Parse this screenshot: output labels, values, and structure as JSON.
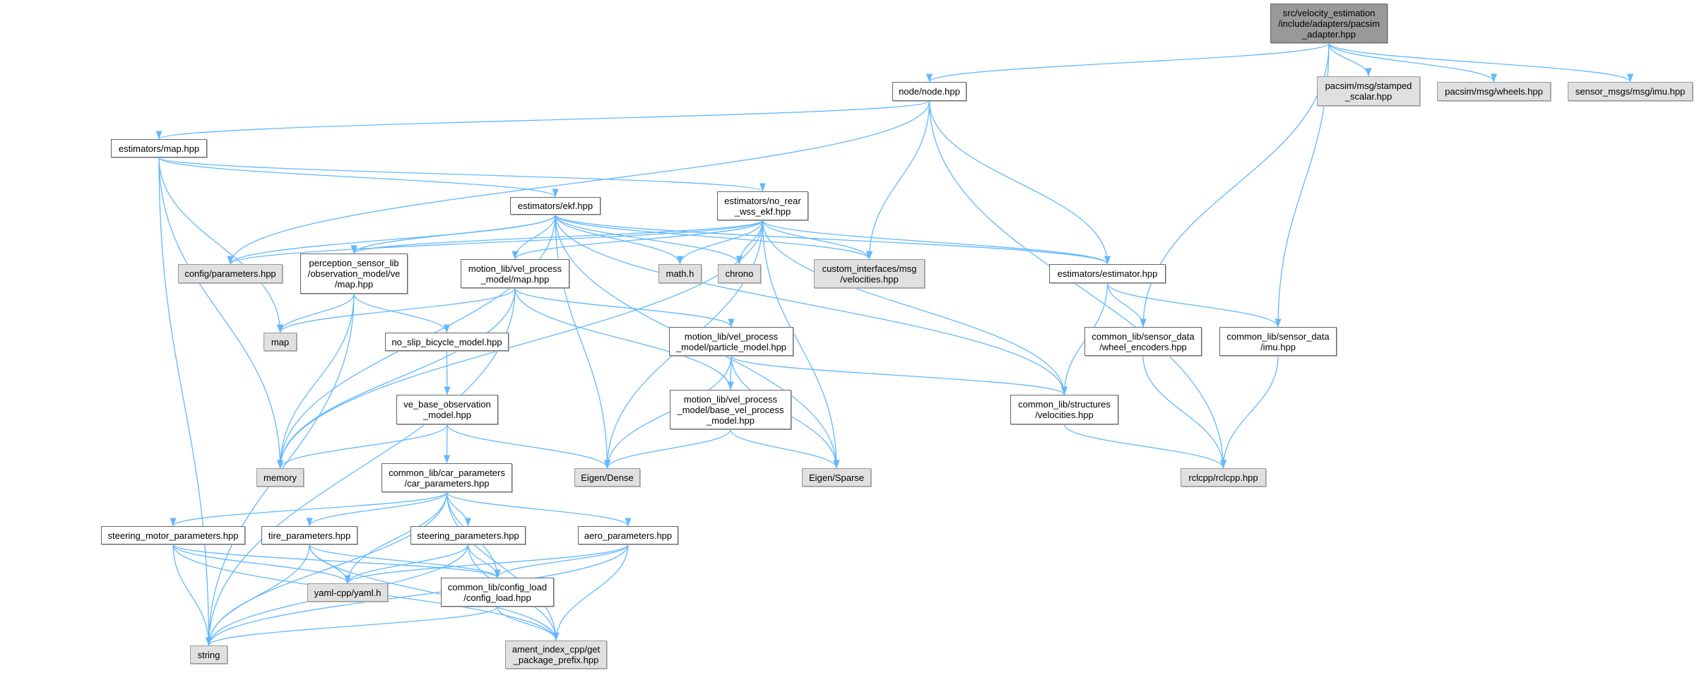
{
  "title": "Include dependency graph for pacsim_adapter.hpp",
  "colors": {
    "edge": "#63b8ff",
    "root_fill": "#999999",
    "external_fill": "#e0e0e0",
    "node_fill": "#ffffff"
  },
  "nodes": {
    "root": {
      "label": "src/velocity_estimation\n/include/adapters/pacsim\n_adapter.hpp",
      "kind": "root"
    },
    "node": {
      "label": "node/node.hpp",
      "kind": "local"
    },
    "stamped": {
      "label": "pacsim/msg/stamped\n_scalar.hpp",
      "kind": "ext"
    },
    "wheels": {
      "label": "pacsim/msg/wheels.hpp",
      "kind": "ext"
    },
    "imu_msg": {
      "label": "sensor_msgs/msg/imu.hpp",
      "kind": "ext"
    },
    "est_map": {
      "label": "estimators/map.hpp",
      "kind": "local"
    },
    "ekf": {
      "label": "estimators/ekf.hpp",
      "kind": "local"
    },
    "no_rear": {
      "label": "estimators/no_rear\n_wss_ekf.hpp",
      "kind": "local"
    },
    "config_params": {
      "label": "config/parameters.hpp",
      "kind": "ext"
    },
    "perception_map": {
      "label": "perception_sensor_lib\n/observation_model/ve\n/map.hpp",
      "kind": "local"
    },
    "motion_map": {
      "label": "motion_lib/vel_process\n_model/map.hpp",
      "kind": "local"
    },
    "math": {
      "label": "math.h",
      "kind": "ext"
    },
    "chrono": {
      "label": "chrono",
      "kind": "ext"
    },
    "custom_vel": {
      "label": "custom_interfaces/msg\n/velocities.hpp",
      "kind": "ext"
    },
    "estimator": {
      "label": "estimators/estimator.hpp",
      "kind": "local"
    },
    "map": {
      "label": "map",
      "kind": "ext"
    },
    "no_slip": {
      "label": "no_slip_bicycle_model.hpp",
      "kind": "local"
    },
    "particle": {
      "label": "motion_lib/vel_process\n_model/particle_model.hpp",
      "kind": "local"
    },
    "wheel_enc": {
      "label": "common_lib/sensor_data\n/wheel_encoders.hpp",
      "kind": "local"
    },
    "sd_imu": {
      "label": "common_lib/sensor_data\n/imu.hpp",
      "kind": "local"
    },
    "ve_base": {
      "label": "ve_base_observation\n_model.hpp",
      "kind": "local"
    },
    "base_vel": {
      "label": "motion_lib/vel_process\n_model/base_vel_process\n_model.hpp",
      "kind": "local"
    },
    "struct_vel": {
      "label": "common_lib/structures\n/velocities.hpp",
      "kind": "local"
    },
    "memory": {
      "label": "memory",
      "kind": "ext"
    },
    "car_params": {
      "label": "common_lib/car_parameters\n/car_parameters.hpp",
      "kind": "local"
    },
    "eigen_dense": {
      "label": "Eigen/Dense",
      "kind": "ext"
    },
    "eigen_sparse": {
      "label": "Eigen/Sparse",
      "kind": "ext"
    },
    "rclcpp": {
      "label": "rclcpp/rclcpp.hpp",
      "kind": "ext"
    },
    "steer_motor": {
      "label": "steering_motor_parameters.hpp",
      "kind": "local"
    },
    "tire": {
      "label": "tire_parameters.hpp",
      "kind": "local"
    },
    "steering": {
      "label": "steering_parameters.hpp",
      "kind": "local"
    },
    "aero": {
      "label": "aero_parameters.hpp",
      "kind": "local"
    },
    "yaml": {
      "label": "yaml-cpp/yaml.h",
      "kind": "ext"
    },
    "config_load": {
      "label": "common_lib/config_load\n/config_load.hpp",
      "kind": "local"
    },
    "string": {
      "label": "string",
      "kind": "ext"
    },
    "ament": {
      "label": "ament_index_cpp/get\n_package_prefix.hpp",
      "kind": "ext"
    }
  },
  "edges": [
    [
      "root",
      "node"
    ],
    [
      "root",
      "stamped"
    ],
    [
      "root",
      "wheels"
    ],
    [
      "root",
      "imu_msg"
    ],
    [
      "root",
      "wheel_enc"
    ],
    [
      "root",
      "sd_imu"
    ],
    [
      "node",
      "est_map"
    ],
    [
      "node",
      "config_params"
    ],
    [
      "node",
      "custom_vel"
    ],
    [
      "node",
      "estimator"
    ],
    [
      "node",
      "rclcpp"
    ],
    [
      "est_map",
      "ekf"
    ],
    [
      "est_map",
      "no_rear"
    ],
    [
      "est_map",
      "map"
    ],
    [
      "est_map",
      "memory"
    ],
    [
      "est_map",
      "string"
    ],
    [
      "ekf",
      "config_params"
    ],
    [
      "ekf",
      "perception_map"
    ],
    [
      "ekf",
      "motion_map"
    ],
    [
      "ekf",
      "math"
    ],
    [
      "ekf",
      "chrono"
    ],
    [
      "ekf",
      "custom_vel"
    ],
    [
      "ekf",
      "estimator"
    ],
    [
      "ekf",
      "eigen_dense"
    ],
    [
      "ekf",
      "eigen_sparse"
    ],
    [
      "ekf",
      "memory"
    ],
    [
      "ekf",
      "struct_vel"
    ],
    [
      "no_rear",
      "config_params"
    ],
    [
      "no_rear",
      "perception_map"
    ],
    [
      "no_rear",
      "motion_map"
    ],
    [
      "no_rear",
      "math"
    ],
    [
      "no_rear",
      "chrono"
    ],
    [
      "no_rear",
      "custom_vel"
    ],
    [
      "no_rear",
      "estimator"
    ],
    [
      "no_rear",
      "struct_vel"
    ],
    [
      "no_rear",
      "eigen_sparse"
    ],
    [
      "no_rear",
      "eigen_dense"
    ],
    [
      "no_rear",
      "memory"
    ],
    [
      "perception_map",
      "map"
    ],
    [
      "perception_map",
      "memory"
    ],
    [
      "perception_map",
      "string"
    ],
    [
      "perception_map",
      "no_slip"
    ],
    [
      "motion_map",
      "map"
    ],
    [
      "motion_map",
      "memory"
    ],
    [
      "motion_map",
      "particle"
    ],
    [
      "motion_map",
      "base_vel"
    ],
    [
      "motion_map",
      "string"
    ],
    [
      "particle",
      "eigen_dense"
    ],
    [
      "particle",
      "base_vel"
    ],
    [
      "particle",
      "eigen_sparse"
    ],
    [
      "particle",
      "struct_vel"
    ],
    [
      "base_vel",
      "eigen_dense"
    ],
    [
      "base_vel",
      "eigen_sparse"
    ],
    [
      "no_slip",
      "ve_base"
    ],
    [
      "ve_base",
      "memory"
    ],
    [
      "ve_base",
      "car_params"
    ],
    [
      "ve_base",
      "eigen_dense"
    ],
    [
      "car_params",
      "string"
    ],
    [
      "car_params",
      "steer_motor"
    ],
    [
      "car_params",
      "tire"
    ],
    [
      "car_params",
      "steering"
    ],
    [
      "car_params",
      "aero"
    ],
    [
      "car_params",
      "yaml"
    ],
    [
      "car_params",
      "config_load"
    ],
    [
      "car_params",
      "ament"
    ],
    [
      "steer_motor",
      "string"
    ],
    [
      "steer_motor",
      "yaml"
    ],
    [
      "steer_motor",
      "config_load"
    ],
    [
      "steer_motor",
      "ament"
    ],
    [
      "tire",
      "string"
    ],
    [
      "tire",
      "yaml"
    ],
    [
      "tire",
      "config_load"
    ],
    [
      "tire",
      "ament"
    ],
    [
      "steering",
      "yaml"
    ],
    [
      "steering",
      "string"
    ],
    [
      "steering",
      "config_load"
    ],
    [
      "steering",
      "ament"
    ],
    [
      "aero",
      "yaml"
    ],
    [
      "aero",
      "config_load"
    ],
    [
      "aero",
      "string"
    ],
    [
      "aero",
      "ament"
    ],
    [
      "config_load",
      "string"
    ],
    [
      "config_load",
      "ament"
    ],
    [
      "estimator",
      "struct_vel"
    ],
    [
      "estimator",
      "wheel_enc"
    ],
    [
      "estimator",
      "sd_imu"
    ],
    [
      "wheel_enc",
      "rclcpp"
    ],
    [
      "sd_imu",
      "rclcpp"
    ],
    [
      "struct_vel",
      "rclcpp"
    ]
  ]
}
